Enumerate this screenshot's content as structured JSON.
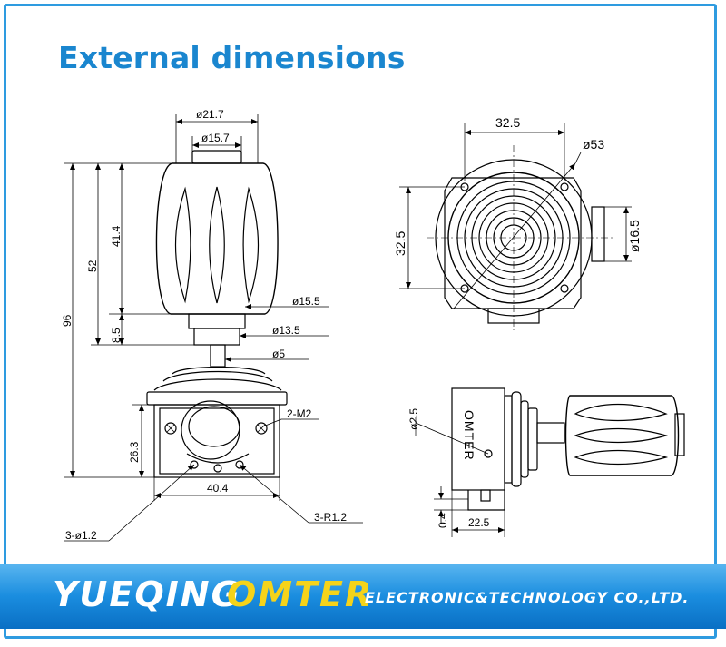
{
  "title": "External dimensions",
  "front_view": {
    "dims": {
      "d21_7": "ø21.7",
      "d15_7": "ø15.7",
      "h96": "96",
      "h52": "52",
      "h41_4": "41.4",
      "h8_5": "8.5",
      "d15_5": "ø15.5",
      "d13_5": "ø13.5",
      "d5": "ø5",
      "m2": "2-M2",
      "h26_3": "26.3",
      "w40_4": "40.4",
      "holes": "3-ø1.2",
      "radius": "3-R1.2"
    }
  },
  "top_view": {
    "dims": {
      "w32_5": "32.5",
      "d53": "ø53",
      "h32_5": "32.5",
      "d16_5": "ø16.5"
    }
  },
  "side_view": {
    "brand_label": "OMTER",
    "dims": {
      "d2_5": "ø2.5",
      "h0_4": "0.4",
      "w22_5": "22.5"
    }
  },
  "banner": {
    "company": "YUEQING",
    "brand": "OMTER",
    "tagline": "ELECTRONIC&TECHNOLOGY  CO.,LTD."
  }
}
